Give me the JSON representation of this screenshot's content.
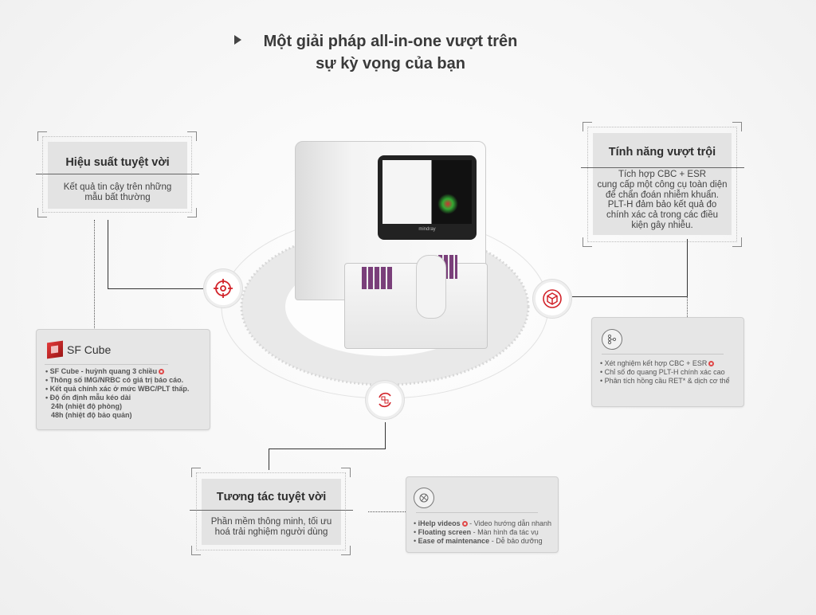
{
  "title": {
    "line1": "Một giải pháp all-in-one vượt trên",
    "line2": "sự kỳ vọng của bạn"
  },
  "performance": {
    "title": "Hiệu suất tuyệt vời",
    "text1": "Kết quả tin cậy trên những",
    "text2": "mẫu bất thường"
  },
  "sfcube": {
    "logo": "SF Cube",
    "items": [
      "SF Cube - huỳnh quang 3 chiều",
      "Thông số IMG/NRBC có giá trị báo cáo.",
      "Kết quả chính xác ở mức WBC/PLT thấp.",
      "Độ ổn định mẫu kéo dài"
    ],
    "sub1": "24h (nhiệt độ phòng)",
    "sub2": "48h (nhiệt độ bảo quản)"
  },
  "features": {
    "title": "Tính năng vượt trội",
    "lines": [
      "Tích hợp CBC + ESR",
      "cung cấp một công cụ toàn diện",
      "để chẩn đoán nhiễm khuẩn.",
      "PLT-H đảm bảo kết quả đo",
      "chính xác cả trong các điều",
      "kiện gây nhiễu."
    ]
  },
  "features_card": {
    "items": [
      "Xét nghiệm kết hợp CBC + ESR",
      "Chỉ số đo quang PLT-H chính xác cao",
      "Phân tích hồng cầu RET* & dịch cơ thể"
    ]
  },
  "interaction": {
    "title": "Tương tác tuyệt vời",
    "text1": "Phần mềm thông minh, tối ưu",
    "text2": "hoá trải nghiệm người dùng"
  },
  "interaction_card": {
    "items": [
      {
        "bold": "iHelp videos",
        "rest": " - Video hướng dẫn nhanh"
      },
      {
        "bold": "Floating screen",
        "rest": " - Màn hình đa tác vụ"
      },
      {
        "bold": "Ease of maintenance",
        "rest": " - Dễ bảo dưỡng"
      }
    ]
  },
  "device": {
    "brand": "mindray"
  },
  "colors": {
    "accent": "#d2232a"
  }
}
